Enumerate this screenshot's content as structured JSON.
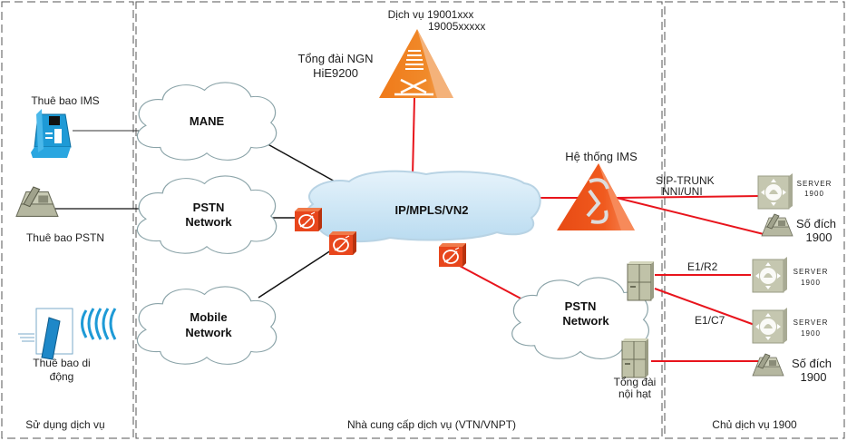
{
  "zones": {
    "left": "Sử dụng dịch vụ",
    "middle": "Nhà cung cấp dịch vụ (VTN/VNPT)",
    "right": "Chủ dịch vụ 1900"
  },
  "subscribers": {
    "ims": "Thuê bao IMS",
    "pstn": "Thuê bao PSTN",
    "mobile_line1": "Thuê bao di",
    "mobile_line2": "động"
  },
  "clouds": {
    "mane": "MANE",
    "pstn_line1": "PSTN",
    "pstn_line2": "Network",
    "mobile_line1": "Mobile",
    "mobile_line2": "Network",
    "core": "IP/MPLS/VN2",
    "pstn_right_line1": "PSTN",
    "pstn_right_line2": "Network"
  },
  "ngn": {
    "service_line1": "Dịch vụ 19001xxx",
    "service_line2": "19005xxxxx",
    "name_line1": "Tổng đài NGN",
    "name_line2": "HiE9200"
  },
  "ims_system": "Hệ thống IMS",
  "links": {
    "sip_line1": "SIP-TRUNK",
    "sip_line2": "NNI/UNI",
    "e1r2": "E1/R2",
    "e1c7": "E1/C7"
  },
  "local_exchange": {
    "line1": "Tổng đài",
    "line2": "nội hạt"
  },
  "servers": [
    {
      "line1": "SERVER",
      "line2": "1900"
    },
    {
      "line1": "SERVER",
      "line2": "1900"
    },
    {
      "line1": "SERVER",
      "line2": "1900"
    }
  ],
  "destinations": [
    {
      "line1": "Số đích",
      "line2": "1900"
    },
    {
      "line1": "Số đích",
      "line2": "1900"
    }
  ],
  "colors": {
    "link_red": "#e8141c",
    "orange": "#f07a1a",
    "ims_orange": "#f05a1e",
    "cloud_blue": "#cfe6f5",
    "gateway": "#e8461c"
  }
}
